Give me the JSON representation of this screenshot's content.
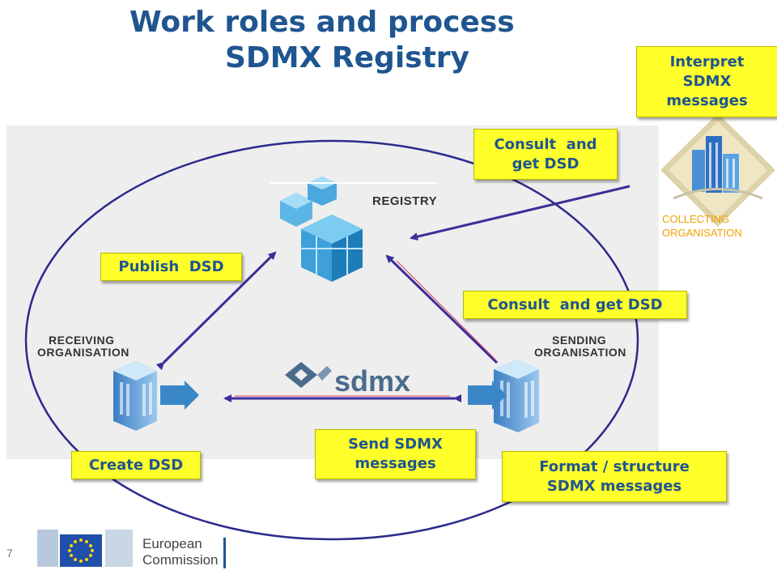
{
  "title": {
    "line1": "Work roles and process",
    "line2": "SDMX Registry"
  },
  "nodes": {
    "registry": "REGISTRY",
    "sdmx": "sdmx",
    "receiving": {
      "line1": "RECEIVING",
      "line2": "ORGANISATION"
    },
    "sending": {
      "line1": "SENDING",
      "line2": "ORGANISATION"
    },
    "collecting": {
      "line1": "COLLECTING",
      "line2": "ORGANISATION"
    }
  },
  "roles": {
    "interpret": {
      "l1": "Interpret",
      "l2": "SDMX",
      "l3": "messages"
    },
    "consult_top": {
      "l1": "Consult  and",
      "l2": "get DSD"
    },
    "publish": "Publish  DSD",
    "consult_right": "Consult  and get DSD",
    "create": "Create DSD",
    "send": {
      "l1": "Send SDMX",
      "l2": "messages"
    },
    "format": {
      "l1": "Format / structure",
      "l2": "SDMX messages"
    }
  },
  "footer": {
    "page_number": "7",
    "brand_line1": "European",
    "brand_line2": "Commission"
  },
  "colors": {
    "title": "#1f5590",
    "role_fill": "#ffff29",
    "arrow": "#3a2f9a",
    "collecting_text": "#f0a000"
  }
}
